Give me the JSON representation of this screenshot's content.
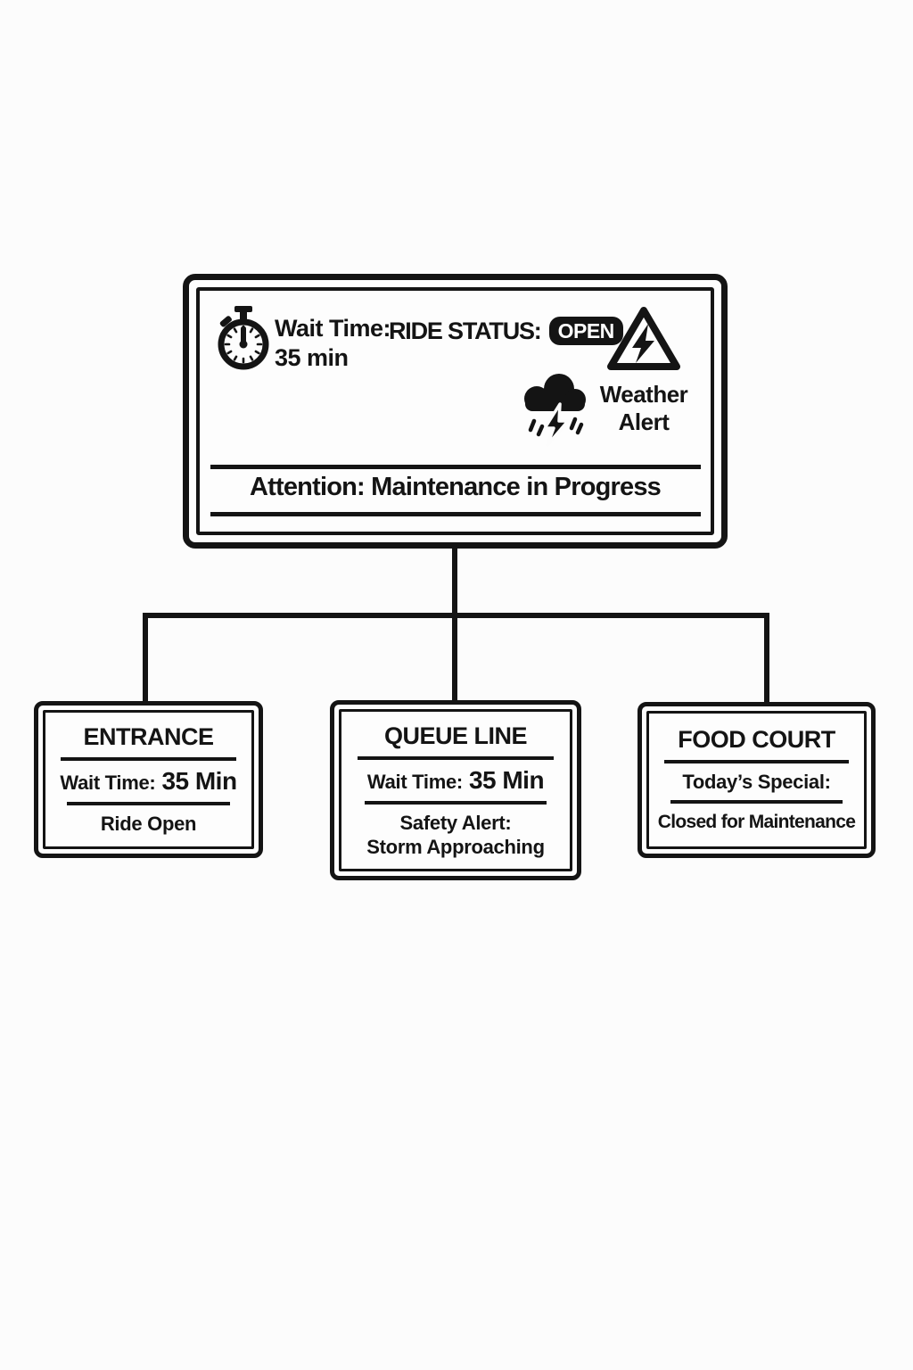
{
  "colors": {
    "background": "#fcfcfc",
    "ink": "#141414",
    "badge_background": "#141414",
    "badge_text": "#ffffff"
  },
  "main_display": {
    "icons": {
      "stopwatch": "stopwatch-icon",
      "warning_triangle": "storm-warning-triangle-icon",
      "storm_cloud": "storm-cloud-lightning-icon"
    },
    "wait_time_label": "Wait Time:",
    "wait_time_value": "35 min",
    "ride_status_label": "RIDE STATUS:",
    "ride_status_badge": "OPEN",
    "weather_alert_line1": "Weather",
    "weather_alert_line2": "Alert",
    "attention_message": "Attention: Maintenance in Progress"
  },
  "panels": {
    "entrance": {
      "title": "ENTRANCE",
      "wait_label": "Wait Time:",
      "wait_value": "35 Min",
      "status": "Ride Open"
    },
    "queue_line": {
      "title": "QUEUE LINE",
      "wait_label": "Wait Time:",
      "wait_value": "35 Min",
      "alert_label": "Safety Alert:",
      "alert_value": "Storm Approaching"
    },
    "food_court": {
      "title": "FOOD COURT",
      "special_label": "Today’s Special:",
      "special_value": "Closed for Maintenance"
    }
  }
}
